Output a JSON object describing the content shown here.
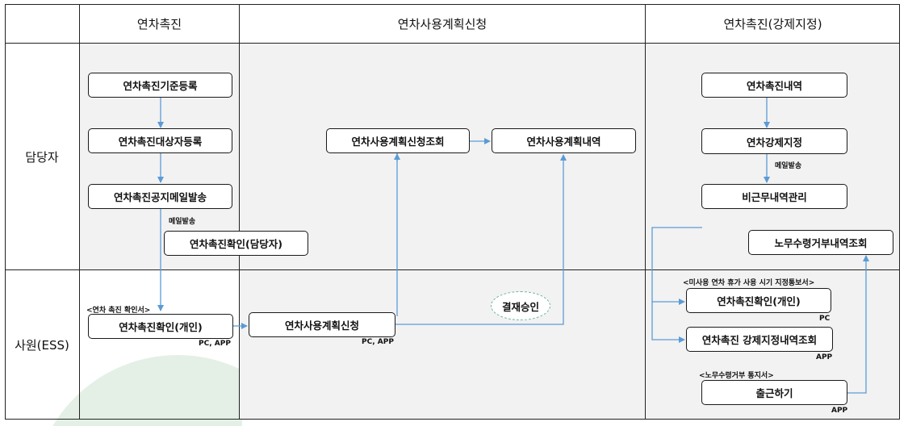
{
  "columns": {
    "c1": "연차촉진",
    "c2": "연차사용계획신청",
    "c3": "연차촉진(강제지정)"
  },
  "rows": {
    "r1": "담당자",
    "r2": "사원(ESS)"
  },
  "nodes": {
    "n1": "연차촉진기준등록",
    "n2": "연차촉진대상자등록",
    "n3": "연차촉진공지메일발송",
    "n4": "연차촉진확인(담당자)",
    "n5": "연차촉진확인(개인)",
    "n6": "연차사용계획신청",
    "n7": "연차사용계획신청조회",
    "n8": "연차사용계획내역",
    "n9": "결재승인",
    "n10": "연차촉진내역",
    "n11": "연차강제지정",
    "n12": "비근무내역관리",
    "n13": "노무수령거부내역조회",
    "n14": "연차촉진확인(개인)",
    "n15": "연차촉진 강제지정내역조회",
    "n16": "출근하기"
  },
  "notes": {
    "mail1": "메일발송",
    "mail2": "메일발송",
    "notice1": "<연차 촉진 확인서>",
    "platform1": "PC, APP",
    "platform2": "PC, APP",
    "notice2": "<미사용 연차 휴가 사용 시기 지정통보서>",
    "pc": "PC",
    "app1": "APP",
    "notice3": "<노무수령거부 통지서>",
    "app2": "APP"
  },
  "colors": {
    "arrow": "#5b9bd5",
    "grid": "#222222",
    "gray_cell": "#f2f2f2",
    "approval_border": "#6db3a4",
    "decor": "#e4f0e6"
  }
}
